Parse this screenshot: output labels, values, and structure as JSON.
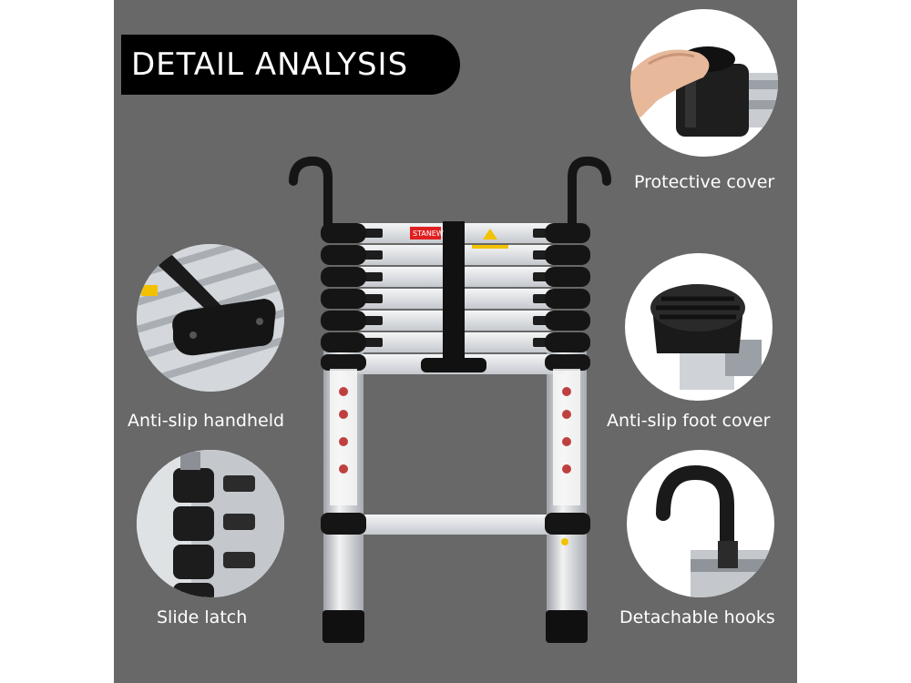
{
  "banner": {
    "title": "DETAIL ANALYSIS"
  },
  "details": [
    {
      "label": "Protective cover",
      "icon": "protective-cover-icon"
    },
    {
      "label": "Anti-slip handheld",
      "icon": "handheld-icon"
    },
    {
      "label": "Anti-slip foot cover",
      "icon": "foot-cover-icon"
    },
    {
      "label": "Slide latch",
      "icon": "slide-latch-icon"
    },
    {
      "label": "Detachable hooks",
      "icon": "hook-icon"
    }
  ],
  "ladder": {
    "brand": "STANEW"
  },
  "colors": {
    "panel": "#686868",
    "banner": "#000000",
    "text": "#ffffff",
    "warning": "#e02020",
    "caution": "#f2c200"
  }
}
